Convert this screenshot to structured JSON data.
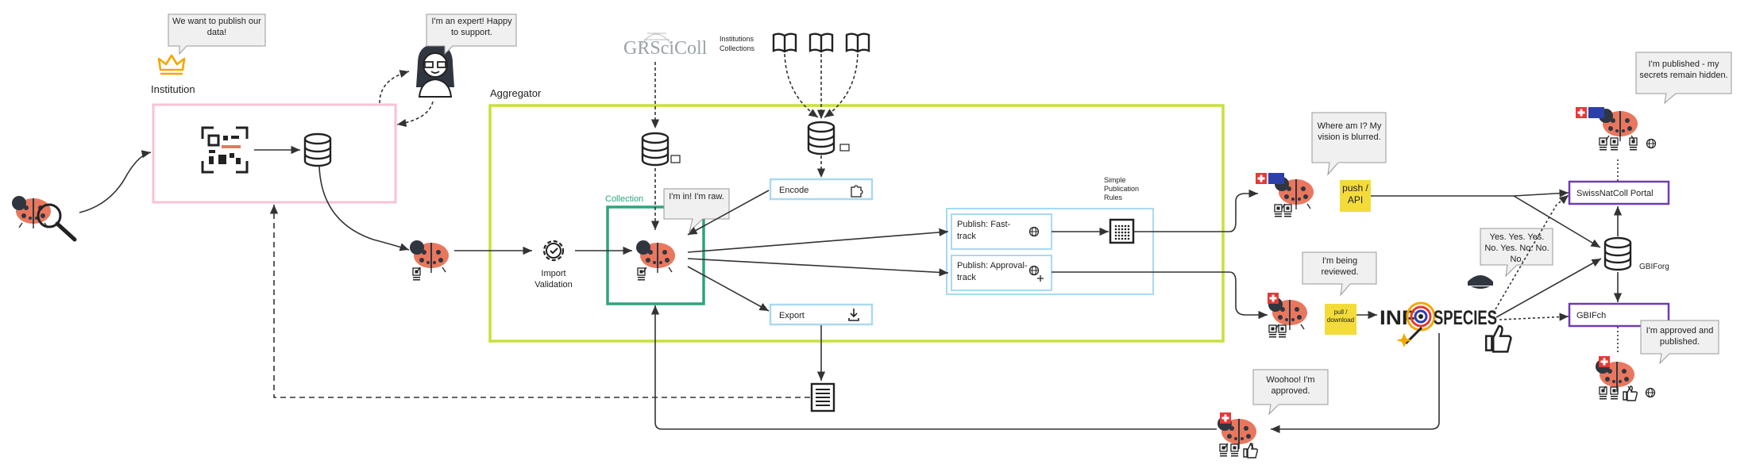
{
  "colors": {
    "institution_box": "#f7c3d3",
    "aggregator_box": "#c8e03a",
    "collection_box": "#2fa37f",
    "light_box": "#a9d9f2",
    "portal_box": "#6e3bb8",
    "note_yellow": "#f3dc3a",
    "ladybug": "#e9775e",
    "crown": "#f2a800",
    "swiss_red": "#e53935",
    "eu_blue": "#2d3fa8"
  },
  "institution": {
    "label": "Institution",
    "bubble": "We want to publish our data!"
  },
  "expert": {
    "bubble": "I'm an expert! Happy to support."
  },
  "aggregator": {
    "label": "Aggregator"
  },
  "grscicoll": {
    "logo": "GRSciColl",
    "caption": "Institutions Collections"
  },
  "collection": {
    "label": "Collection",
    "bubble": "I'm in! I'm raw."
  },
  "import_validation": {
    "label": "Import Validation"
  },
  "encode": {
    "label": "Encode"
  },
  "export": {
    "label": "Export"
  },
  "publish_fast": {
    "label": "Publish: Fast-track"
  },
  "publish_approval": {
    "label": "Publish: Approval-track"
  },
  "rules": {
    "label": "Simple Publication Rules"
  },
  "push_note": {
    "label": "push / API"
  },
  "pull_note": {
    "label": "pull / download"
  },
  "bubbles": {
    "where": "Where am I? My vision is blurred.",
    "reviewed": "I'm being reviewed.",
    "yes_no": "Yes. Yes. Yes. No. Yes. No. No. No.",
    "published_secret": "I'm published - my secrets remain hidden.",
    "approved_published": "I'm approved and published.",
    "woohoo": "Woohoo! I'm approved."
  },
  "infospecies": {
    "logo_left": "INF",
    "logo_right": "SPECIES"
  },
  "portals": {
    "swissnatcoll": "SwissNatColl Portal",
    "gbifch": "GBIFch",
    "gbiforg": "GBIForg"
  }
}
